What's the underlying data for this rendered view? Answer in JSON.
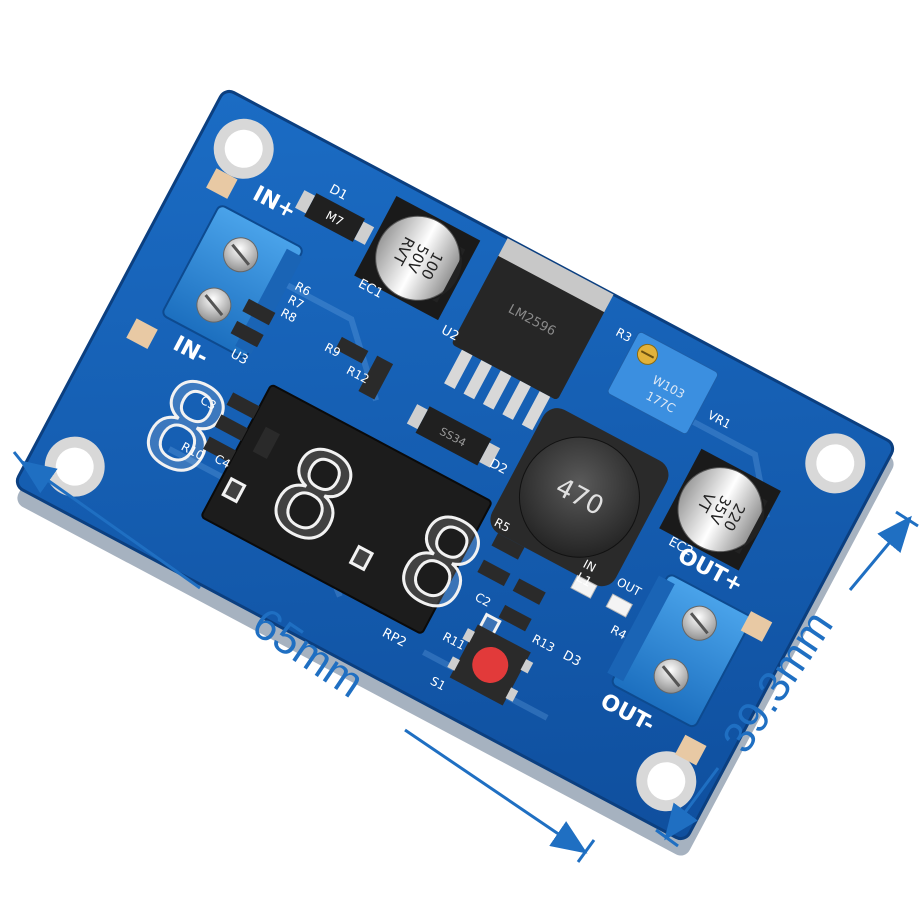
{
  "dimensions": {
    "width_label": "65mm",
    "height_label": "39.3mm",
    "color": "#1f6fc2"
  },
  "board": {
    "pcb_color": "#1560b8",
    "silkscreen": {
      "in_plus": "IN+",
      "in_minus": "IN-",
      "out_plus": "OUT+",
      "out_minus": "OUT-",
      "d1": "D1",
      "d2": "D2",
      "d3": "D3",
      "ec1": "EC1",
      "ec2": "EC2",
      "u2": "U2",
      "u3": "U3",
      "l1": "L1",
      "r3": "R3",
      "r4": "R4",
      "r5": "R5",
      "r6": "R6",
      "r7": "R7",
      "r8": "R8",
      "r9": "R9",
      "r10": "R10",
      "r11": "R11",
      "r12": "R12",
      "r13": "R13",
      "c2": "C2",
      "c3": "C3",
      "c4": "C4",
      "vr1": "VR1",
      "rp2": "RP2",
      "s1": "S1",
      "led_in": "IN",
      "led_out": "OUT"
    },
    "components": {
      "cap1": {
        "line1": "100",
        "line2": "50V",
        "line3": "RVT"
      },
      "cap2": {
        "line1": "220",
        "line2": "35V",
        "line3": "VT"
      },
      "inductor_value": "470",
      "trimmer_value": "W103",
      "trimmer_code": "177C",
      "diode1_marking": "M7",
      "diode2_marking": "SS34",
      "regulator_marking": "LM2596"
    },
    "display": {
      "digits": "8.8.8.",
      "segment_color": "#f2f2f2"
    },
    "button_color": "#e23a3a"
  }
}
